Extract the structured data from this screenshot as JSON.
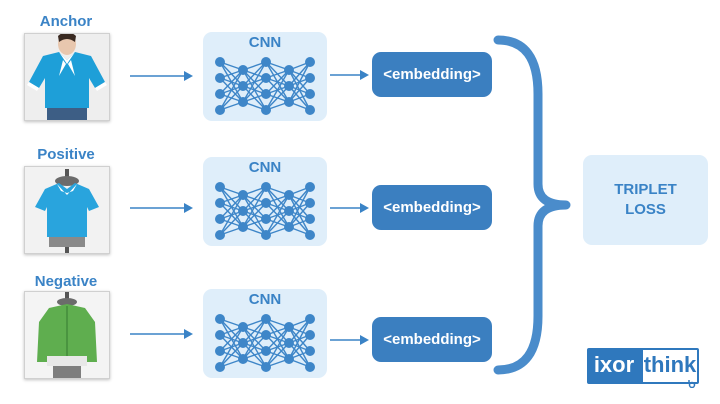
{
  "rows": [
    {
      "label": "Anchor",
      "network_title": "CNN",
      "output": "<embedding>"
    },
    {
      "label": "Positive",
      "network_title": "CNN",
      "output": "<embedding>"
    },
    {
      "label": "Negative",
      "network_title": "CNN",
      "output": "<embedding>"
    }
  ],
  "loss": {
    "line1": "TRIPLET",
    "line2": "LOSS"
  },
  "logo": {
    "part1": "ixor",
    "part2": "think"
  },
  "colors": {
    "accent": "#3a83c6",
    "embedding_fill": "#3b7fc0",
    "panel_fill": "#dfeefa",
    "node": "#3e86c8"
  },
  "icons": [
    "blouse-photo",
    "network-icon",
    "brace-icon",
    "arrow-icon"
  ]
}
